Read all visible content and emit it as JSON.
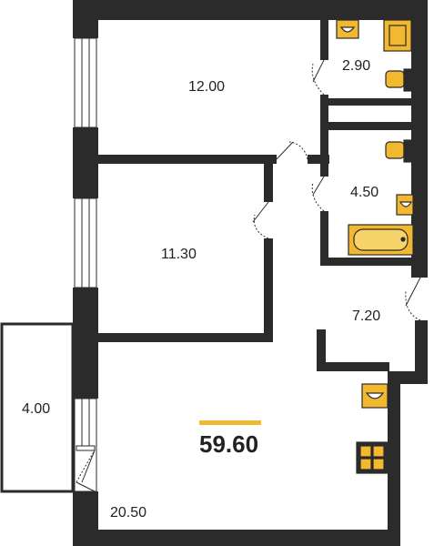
{
  "rooms": [
    {
      "id": "room-1",
      "area": "12.00"
    },
    {
      "id": "bathroom-small",
      "area": "2.90"
    },
    {
      "id": "bathroom",
      "area": "4.50"
    },
    {
      "id": "room-2",
      "area": "11.30"
    },
    {
      "id": "hall",
      "area": "7.20"
    },
    {
      "id": "balcony",
      "area": "4.00"
    },
    {
      "id": "kitchen-living",
      "area": "20.50"
    }
  ],
  "total_area": "59.60",
  "colors": {
    "wall": "#2b2b2b",
    "fixture": "#f2b830",
    "accent": "#f2b830",
    "text": "#222222"
  },
  "icons": [
    "washbasin-icon",
    "shower-tray-icon",
    "toilet-icon",
    "bathtub-icon",
    "stove-icon"
  ]
}
